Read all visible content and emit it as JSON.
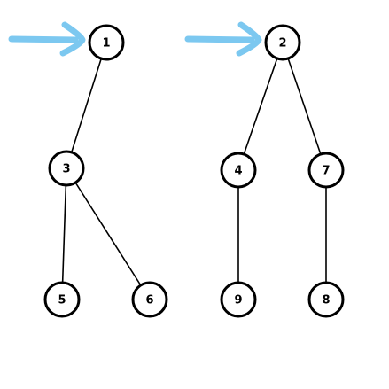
{
  "colors": {
    "arrow": "#7cc8f0",
    "node_stroke": "#000000",
    "node_fill": "#ffffff",
    "edge": "#000000"
  },
  "trees": [
    {
      "root": "1",
      "edges": [
        [
          "1",
          "3"
        ],
        [
          "3",
          "5"
        ],
        [
          "3",
          "6"
        ]
      ]
    },
    {
      "root": "2",
      "edges": [
        [
          "2",
          "4"
        ],
        [
          "2",
          "7"
        ],
        [
          "4",
          "9"
        ],
        [
          "7",
          "8"
        ]
      ]
    }
  ],
  "nodes": [
    {
      "id": "1",
      "label": "1"
    },
    {
      "id": "3",
      "label": "3"
    },
    {
      "id": "5",
      "label": "5"
    },
    {
      "id": "6",
      "label": "6"
    },
    {
      "id": "2",
      "label": "2"
    },
    {
      "id": "4",
      "label": "4"
    },
    {
      "id": "7",
      "label": "7"
    },
    {
      "id": "9",
      "label": "9"
    },
    {
      "id": "8",
      "label": "8"
    }
  ],
  "arrows": [
    {
      "name": "root-arrow-tree-1",
      "points_to": "1"
    },
    {
      "name": "root-arrow-tree-2",
      "points_to": "2"
    }
  ]
}
